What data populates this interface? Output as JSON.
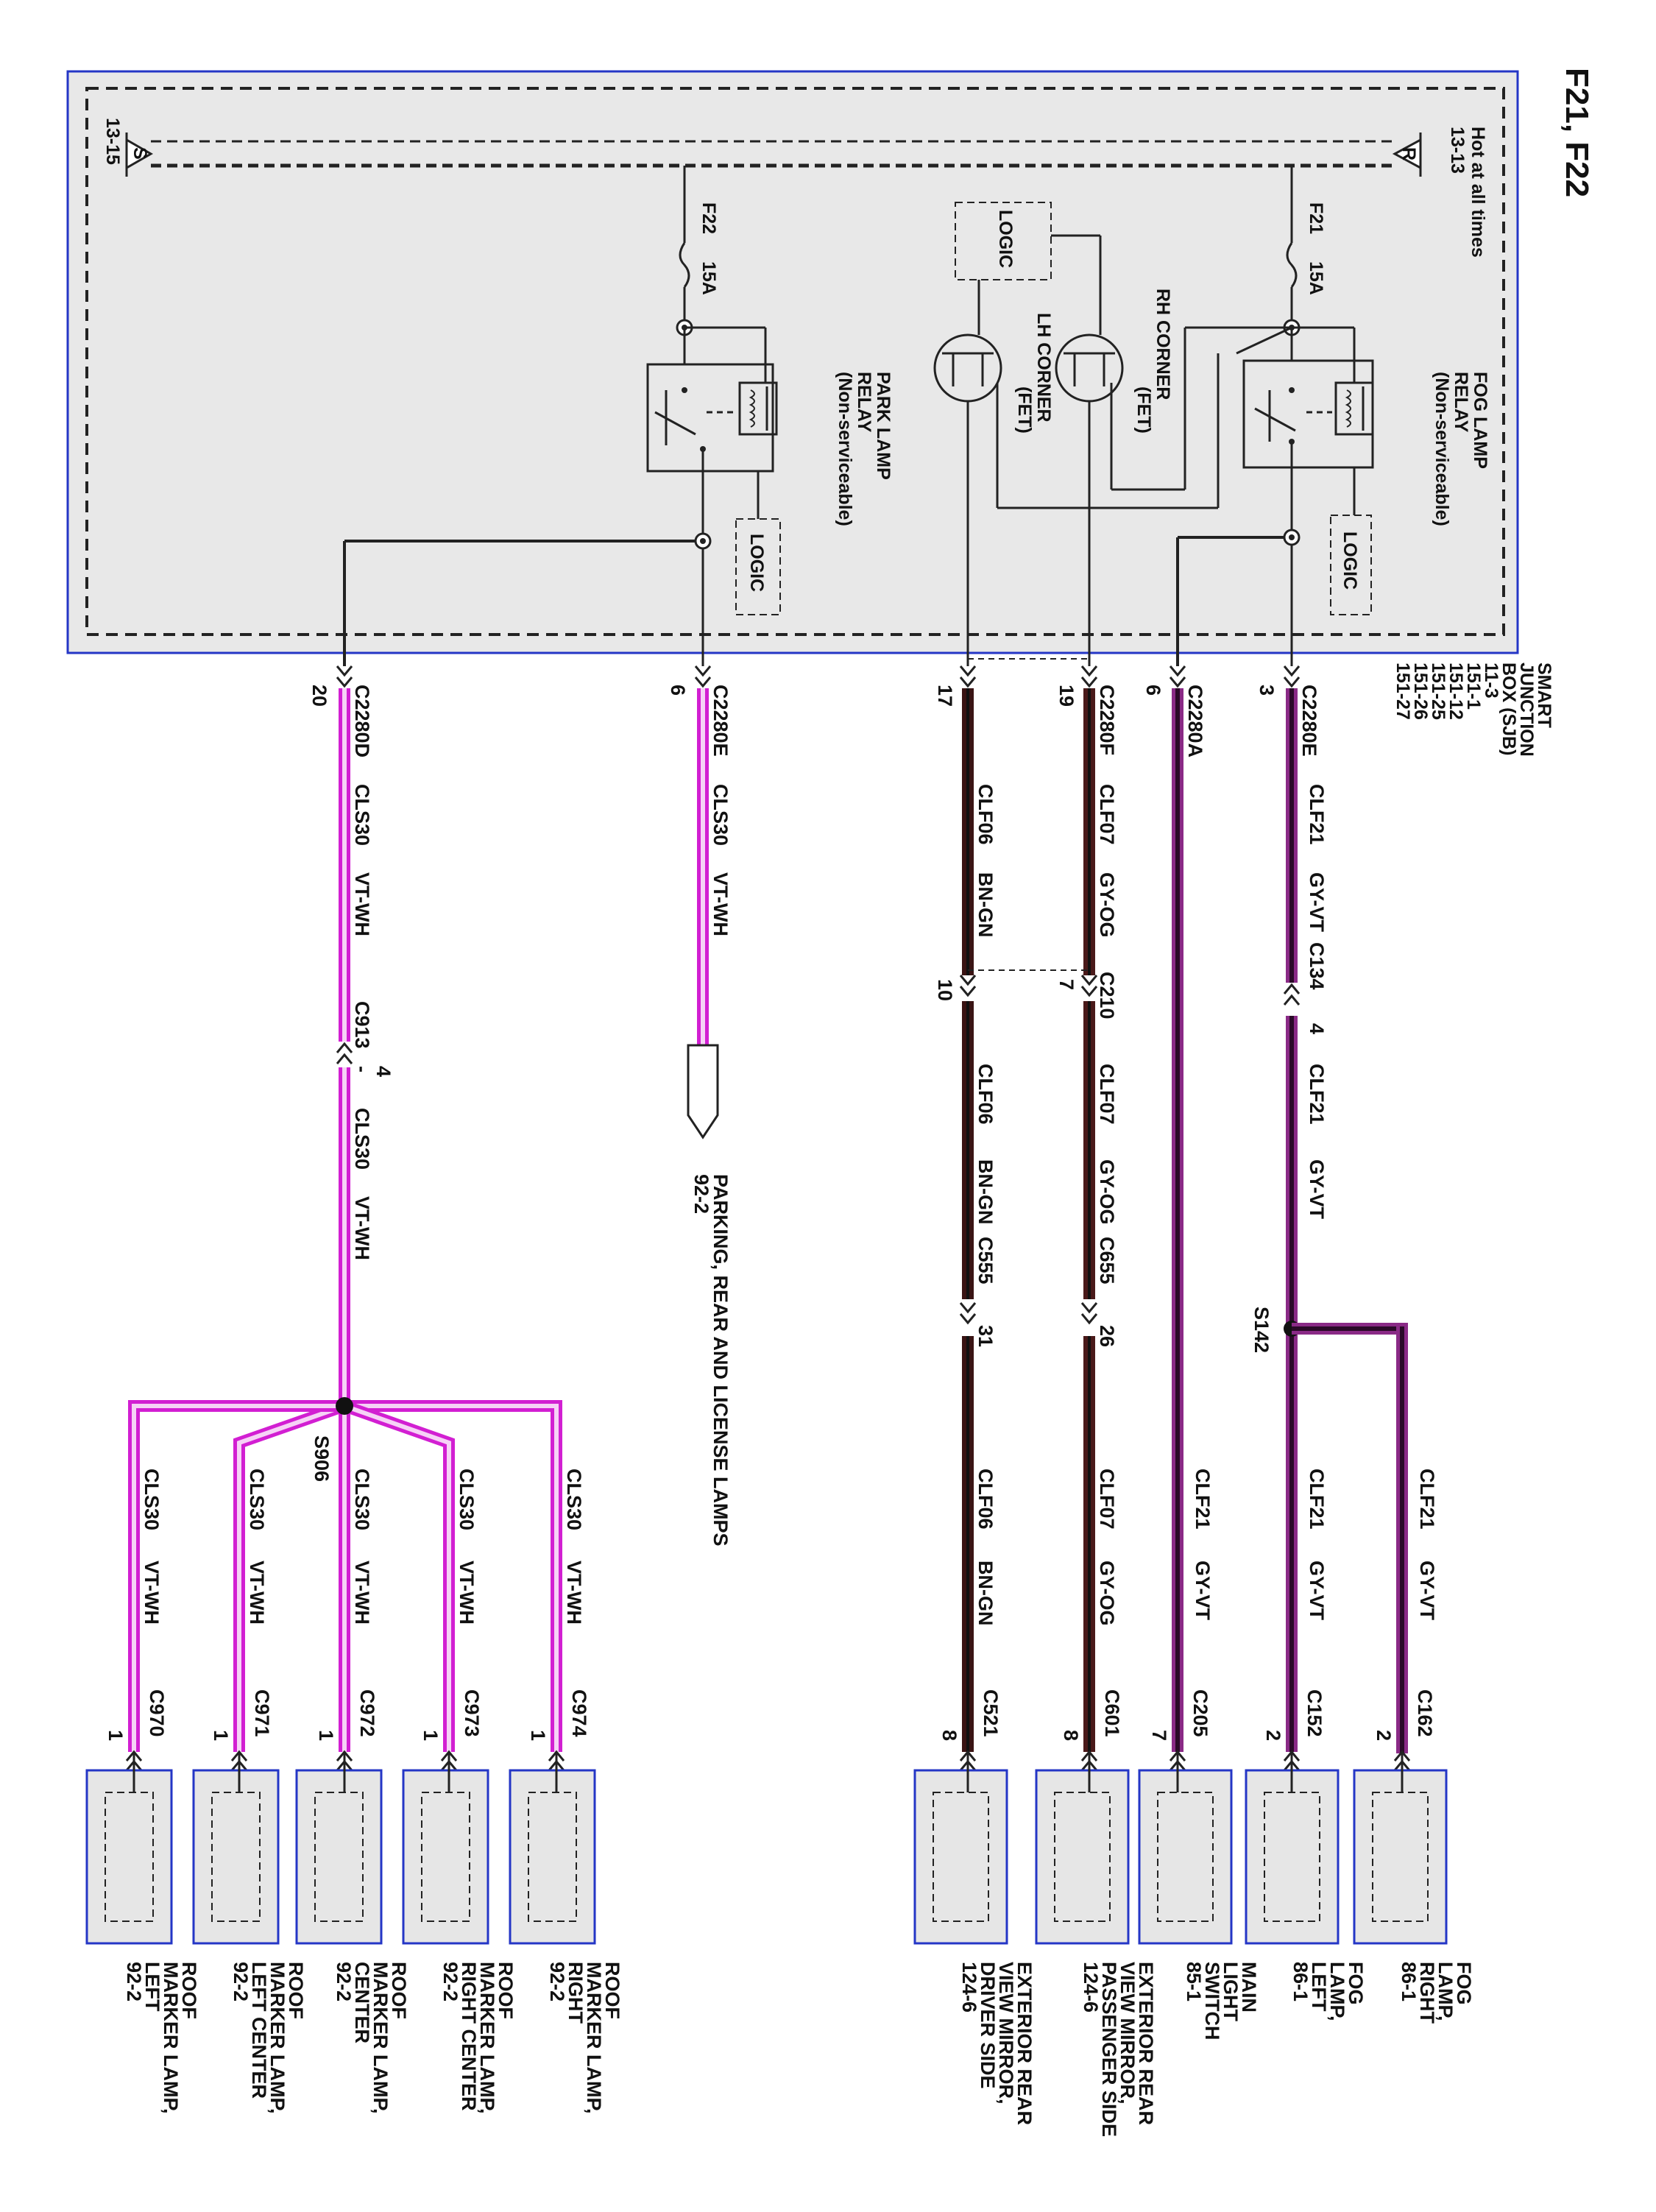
{
  "title": "F21, F22",
  "colors": {
    "frame": "#2436c6",
    "sjb_fill": "#e8e8e8",
    "wire_vt_wh": "#d21fd2",
    "wire_vt_wh_inner": "#f6d2f6",
    "wire_gy_vt": "#8a2a86",
    "wire_gn": "#3a1414",
    "wire_og": "#4a1a1a",
    "module_fill": "#e6e6e6"
  },
  "sjb": {
    "hot_label": "Hot at all times",
    "hot_ref": "13-13",
    "hot_marker": "R",
    "ground_ref": "13-15",
    "ground_marker": "S",
    "name_lines": [
      "SMART",
      "JUNCTION",
      "BOX (SJB)",
      "11-3",
      "151-1",
      "151-12",
      "151-25",
      "151-26",
      "151-27"
    ],
    "fuse_f21": {
      "name": "F21",
      "rating": "15A"
    },
    "fuse_f22": {
      "name": "F22",
      "rating": "15A"
    },
    "fog_relay": [
      "FOG LAMP",
      "RELAY",
      "(Non-serviceable)"
    ],
    "park_relay": [
      "PARK LAMP",
      "RELAY",
      "(Non-serviceable)"
    ],
    "logic": "LOGIC",
    "rh_corner": [
      "RH CORNER",
      "(FET)"
    ],
    "lh_corner": [
      "LH CORNER",
      "(FET)"
    ]
  },
  "connectors": {
    "c2280e_top": "C2280E",
    "c2280a": "C2280A",
    "c2280f": "C2280F",
    "c2280e_park": "C2280E",
    "c2280d": "C2280D",
    "pin_3": "3",
    "pin_6a": "6",
    "pin_19": "19",
    "pin_17": "17",
    "pin_6e": "6",
    "pin_20": "20",
    "c134": "C134",
    "c134_pin": "4",
    "c210": "C210",
    "c210_pin7": "7",
    "c210_pin10": "10",
    "c913": "C913",
    "c913_dash": "-",
    "c913_pin": "4",
    "c655": "C655",
    "c655_pin": "26",
    "c555": "C555",
    "c555_pin": "31",
    "s142": "S142",
    "s906": "S906"
  },
  "wires": {
    "clf21": "CLF21",
    "gy_vt": "GY-VT",
    "clf07": "CLF07",
    "gy_og": "GY-OG",
    "clf06": "CLF06",
    "bn_gn": "BN-GN",
    "cls30": "CLS30",
    "vt_wh": "VT-WH"
  },
  "parking_lamps": [
    "PARKING, REAR AND LICENSE LAMPS",
    "92-2"
  ],
  "components": [
    {
      "conn": "C162",
      "pin": "2",
      "lines": [
        "FOG",
        "LAMP,",
        "RIGHT",
        "86-1"
      ]
    },
    {
      "conn": "C152",
      "pin": "2",
      "lines": [
        "FOG",
        "LAMP,",
        "LEFT",
        "86-1"
      ]
    },
    {
      "conn": "C205",
      "pin": "7",
      "lines": [
        "MAIN",
        "LIGHT",
        "SWITCH",
        "85-1"
      ]
    },
    {
      "conn": "C601",
      "pin": "8",
      "lines": [
        "EXTERIOR REAR",
        "VIEW MIRROR,",
        "PASSENGER SIDE",
        "124-6"
      ]
    },
    {
      "conn": "C521",
      "pin": "8",
      "lines": [
        "EXTERIOR REAR",
        "VIEW MIRROR,",
        "DRIVER SIDE",
        "124-6"
      ]
    },
    {
      "conn": "C974",
      "pin": "1",
      "lines": [
        "ROOF",
        "MARKER LAMP,",
        "RIGHT",
        "92-2"
      ]
    },
    {
      "conn": "C973",
      "pin": "1",
      "lines": [
        "ROOF",
        "MARKER LAMP,",
        "RIGHT CENTER",
        "92-2"
      ]
    },
    {
      "conn": "C972",
      "pin": "1",
      "lines": [
        "ROOF",
        "MARKER LAMP,",
        "CENTER",
        "92-2"
      ]
    },
    {
      "conn": "C971",
      "pin": "1",
      "lines": [
        "ROOF",
        "MARKER LAMP,",
        "LEFT CENTER",
        "92-2"
      ]
    },
    {
      "conn": "C970",
      "pin": "1",
      "lines": [
        "ROOF",
        "MARKER LAMP,",
        "LEFT",
        "92-2"
      ]
    }
  ]
}
